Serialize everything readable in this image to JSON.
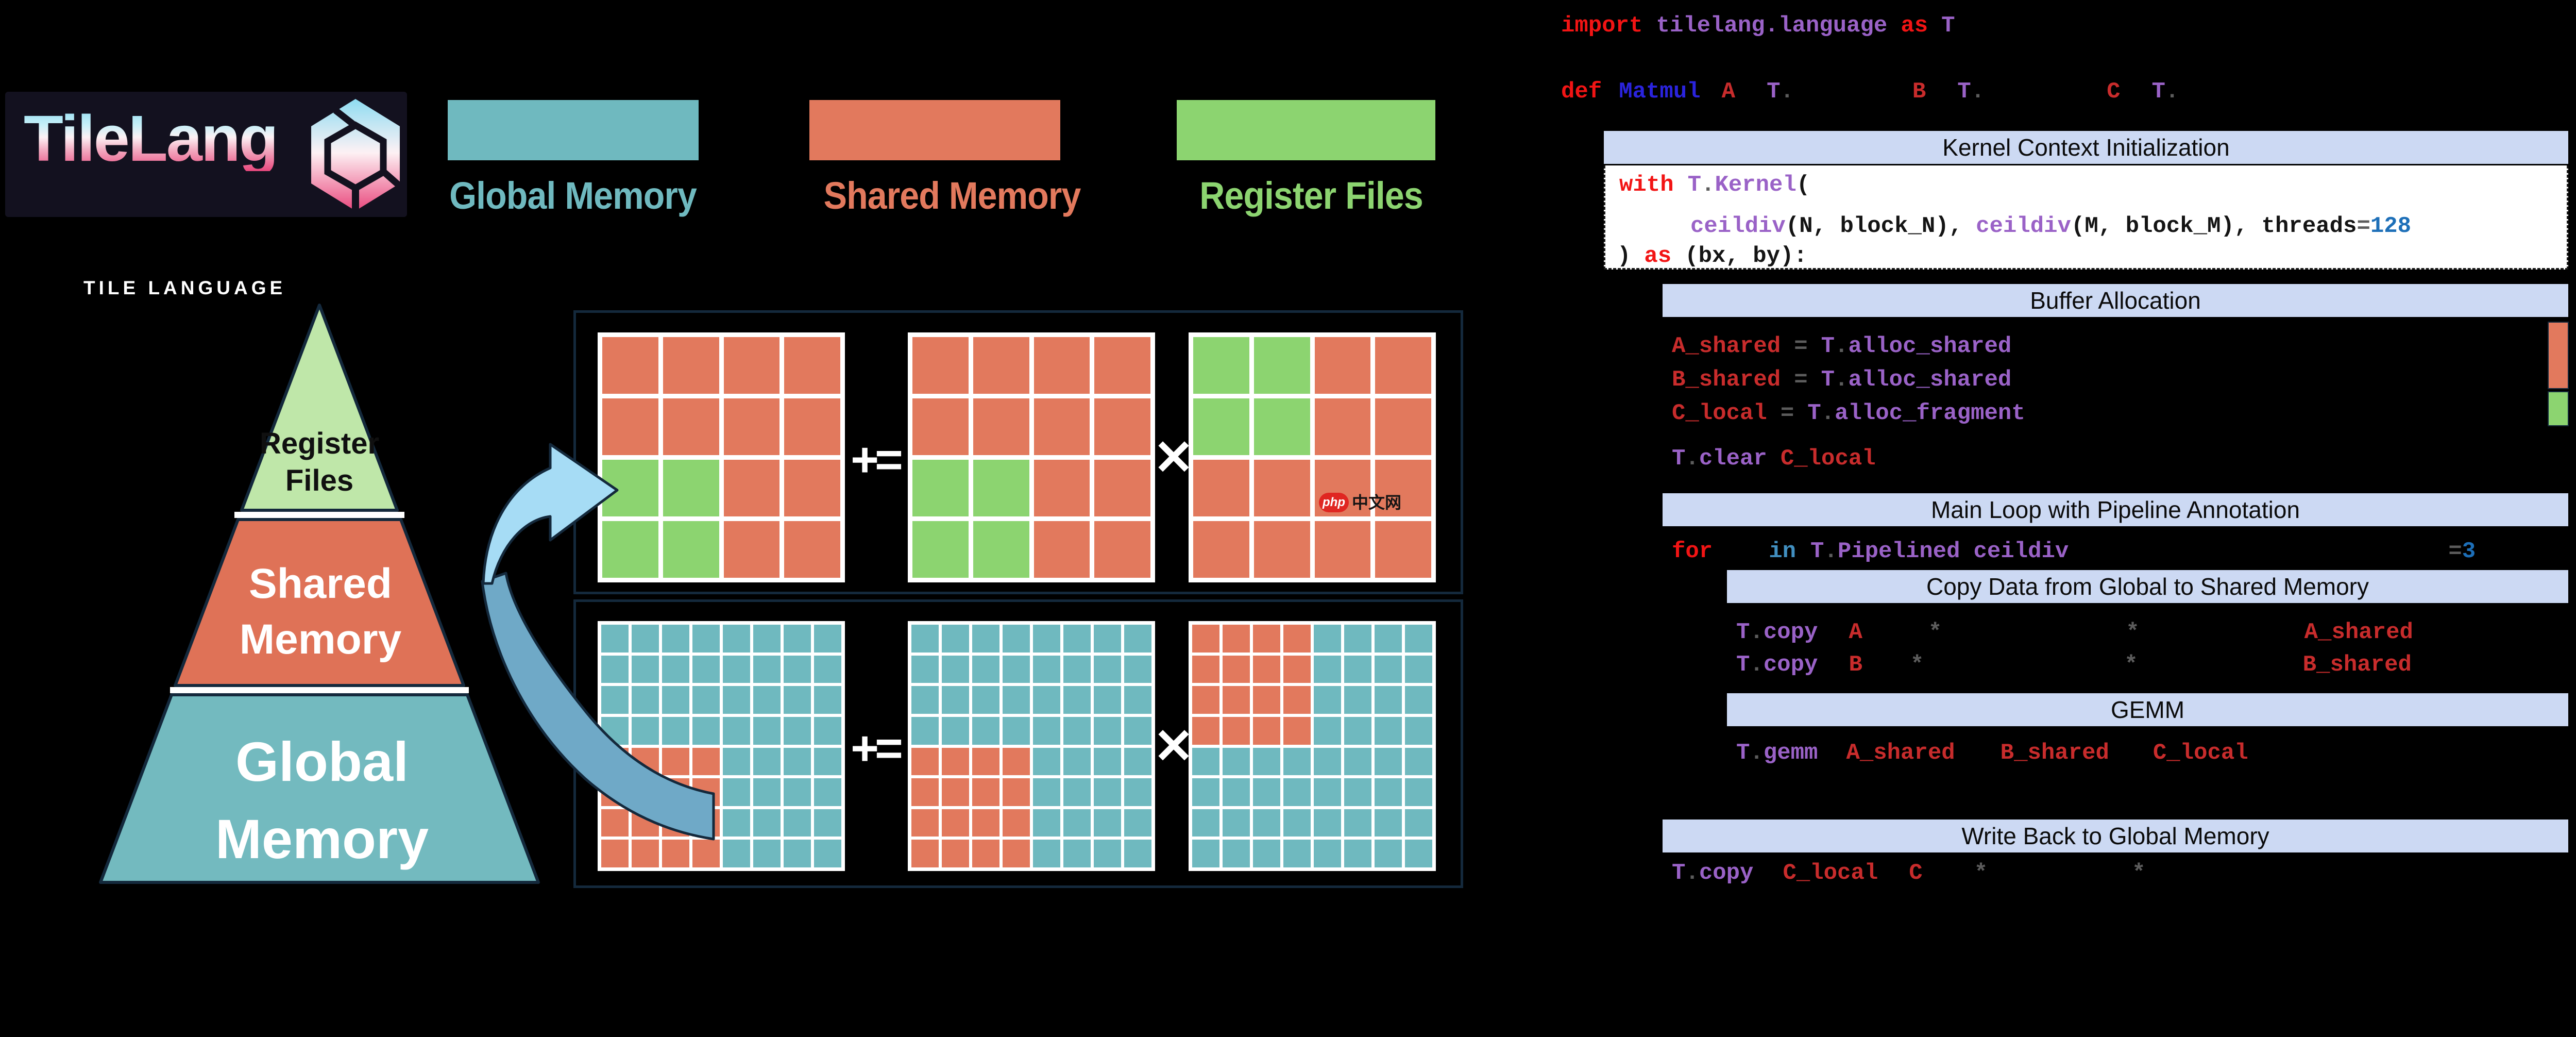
{
  "colors": {
    "teal": "#6fb9bf",
    "salmon": "#e2795d",
    "green": "#8cd470",
    "pyr_green": "#bfe7a9",
    "pyr_salmon": "#df7257",
    "pyr_teal": "#73babf",
    "bar": "#ccd9f3",
    "outline": "#14293c",
    "arrow_light": "#a6dcf5",
    "arrow_dark": "#6fa9c7",
    "logo_bg": "#13111f",
    "logo_grad_top": "#8edcf2",
    "logo_grad_bottom": "#e9487d",
    "wm_red": "#e02621",
    "kw": "#f21414",
    "var": "#c82c2c",
    "fn": "#9a62c7",
    "def": "#2a23dd",
    "num": "#1d6fb8",
    "in": "#418fc0",
    "op": "#5c5c5c"
  },
  "logo": {
    "title": "TileLang",
    "subtitle": "TILE LANGUAGE"
  },
  "legend": {
    "items": [
      {
        "label": "Global Memory"
      },
      {
        "label": "Shared Memory"
      },
      {
        "label": "Register Files"
      }
    ]
  },
  "pyramid": {
    "tiers": [
      {
        "lines": [
          "Register",
          "Files"
        ]
      },
      {
        "lines": [
          "Shared",
          "Memory"
        ]
      },
      {
        "lines": [
          "Global",
          "Memory"
        ]
      }
    ]
  },
  "operators": {
    "plus_equals": "+=",
    "times": "✕"
  },
  "watermark": {
    "badge": "php",
    "text": "中文网"
  },
  "matrices": {
    "top": [
      {
        "rows": [
          "ssss",
          "ssss",
          "ggss",
          "ggss"
        ]
      },
      {
        "rows": [
          "ssss",
          "ssss",
          "ggss",
          "ggss"
        ]
      },
      {
        "rows": [
          "ggss",
          "ggss",
          "ssss",
          "ssss"
        ]
      }
    ],
    "bottom": [
      {
        "rows": [
          "tttttttt",
          "tttttttt",
          "tttttttt",
          "tttttttt",
          "sssstttt",
          "sssstttt",
          "sssstttt",
          "sssstttt"
        ]
      },
      {
        "rows": [
          "tttttttt",
          "tttttttt",
          "tttttttt",
          "tttttttt",
          "sssstttt",
          "sssstttt",
          "sssstttt",
          "sssstttt"
        ]
      },
      {
        "rows": [
          "sssstttt",
          "sssstttt",
          "sssstttt",
          "sssstttt",
          "tttttttt",
          "tttttttt",
          "tttttttt",
          "tttttttt"
        ]
      }
    ]
  },
  "sections": {
    "kernel": "Kernel Context Initialization",
    "buffer": "Buffer Allocation",
    "mainloop": "Main Loop with Pipeline Annotation",
    "copy": "Copy Data from Global to Shared Memory",
    "gemm": "GEMM",
    "writeback": "Write Back to Global Memory"
  },
  "code": {
    "import_line": [
      {
        "t": "import",
        "c": "kw"
      },
      {
        "t": "tilelang.language",
        "c": "fn",
        "ml": 26
      },
      {
        "t": "as",
        "c": "kw",
        "ml": 26
      },
      {
        "t": "T",
        "c": "fn",
        "ml": 26
      }
    ],
    "def_line": [
      {
        "t": "def",
        "c": "kw"
      },
      {
        "t": "Matmul",
        "c": "def",
        "ml": 33
      },
      {
        "t": "A",
        "c": "var",
        "ml": 41
      },
      {
        "t": "T",
        "c": "fn",
        "ml": 61
      },
      {
        "t": ".",
        "c": "op"
      },
      {
        "t": "B",
        "c": "var",
        "ml": 230
      },
      {
        "t": "T",
        "c": "fn",
        "ml": 61
      },
      {
        "t": ".",
        "c": "op"
      },
      {
        "t": "C",
        "c": "var",
        "ml": 237
      },
      {
        "t": "T",
        "c": "fn",
        "ml": 61
      },
      {
        "t": ".",
        "c": "op"
      }
    ],
    "with_line1": [
      {
        "t": "with",
        "c": "kw"
      },
      {
        "t": "T",
        "c": "fn",
        "ml": 27
      },
      {
        "t": ".",
        "c": "op"
      },
      {
        "t": "Kernel",
        "c": "fn"
      },
      {
        "t": "(",
        "c": "plain"
      }
    ],
    "with_line2": [
      {
        "t": "ceildiv",
        "c": "fn"
      },
      {
        "t": "(N, block_N),",
        "c": "plain"
      },
      {
        "t": "ceildiv",
        "c": "fn",
        "ml": 26
      },
      {
        "t": "(M, block_M), threads",
        "c": "plain"
      },
      {
        "t": "=",
        "c": "op"
      },
      {
        "t": "128",
        "c": "num"
      }
    ],
    "with_line3": [
      {
        "t": ")",
        "c": "plain"
      },
      {
        "t": "as",
        "c": "kw",
        "ml": 26
      },
      {
        "t": "(bx, by):",
        "c": "plain",
        "ml": 26
      }
    ],
    "buf_a": [
      {
        "t": "A_shared",
        "c": "var"
      },
      {
        "t": "=",
        "c": "op",
        "ml": 26
      },
      {
        "t": "T",
        "c": "fn",
        "ml": 26
      },
      {
        "t": ".",
        "c": "op"
      },
      {
        "t": "alloc_shared",
        "c": "fn"
      }
    ],
    "buf_b": [
      {
        "t": "B_shared",
        "c": "var"
      },
      {
        "t": "=",
        "c": "op",
        "ml": 26
      },
      {
        "t": "T",
        "c": "fn",
        "ml": 26
      },
      {
        "t": ".",
        "c": "op"
      },
      {
        "t": "alloc_shared",
        "c": "fn"
      }
    ],
    "buf_c": [
      {
        "t": "C_local",
        "c": "var"
      },
      {
        "t": "=",
        "c": "op",
        "ml": 26
      },
      {
        "t": "T",
        "c": "fn",
        "ml": 26
      },
      {
        "t": ".",
        "c": "op"
      },
      {
        "t": "alloc_fragment",
        "c": "fn"
      }
    ],
    "clear_line": [
      {
        "t": "T",
        "c": "fn"
      },
      {
        "t": ".",
        "c": "op"
      },
      {
        "t": "clear",
        "c": "fn"
      },
      {
        "t": "C_local",
        "c": "var",
        "ml": 26
      }
    ],
    "for_line": [
      {
        "t": "for",
        "c": "kw"
      },
      {
        "t": "in",
        "c": "in",
        "ml": 109
      },
      {
        "t": "T",
        "c": "fn",
        "ml": 28
      },
      {
        "t": ".",
        "c": "op"
      },
      {
        "t": "Pipelined",
        "c": "fn"
      },
      {
        "t": "ceildiv",
        "c": "fn",
        "ml": 26
      },
      {
        "t": "=",
        "c": "op",
        "ml": 737
      },
      {
        "t": "3",
        "c": "num"
      }
    ],
    "copy_a": [
      {
        "t": "T",
        "c": "fn"
      },
      {
        "t": ".",
        "c": "op"
      },
      {
        "t": "copy",
        "c": "fn"
      },
      {
        "t": "A",
        "c": "var",
        "ml": 60
      },
      {
        "t": "*",
        "c": "op",
        "ml": 128
      },
      {
        "t": "*",
        "c": "op",
        "ml": 357
      },
      {
        "t": "A_shared",
        "c": "var",
        "ml": 320
      }
    ],
    "copy_b": [
      {
        "t": "T",
        "c": "fn"
      },
      {
        "t": ".",
        "c": "op"
      },
      {
        "t": "copy",
        "c": "fn"
      },
      {
        "t": "B",
        "c": "var",
        "ml": 60
      },
      {
        "t": "*",
        "c": "op",
        "ml": 93
      },
      {
        "t": "*",
        "c": "op",
        "ml": 389
      },
      {
        "t": "B_shared",
        "c": "var",
        "ml": 320
      }
    ],
    "gemm_line": [
      {
        "t": "T",
        "c": "fn"
      },
      {
        "t": ".",
        "c": "op"
      },
      {
        "t": "gemm",
        "c": "fn"
      },
      {
        "t": "A_shared",
        "c": "var",
        "ml": 55
      },
      {
        "t": "B_shared",
        "c": "var",
        "ml": 88
      },
      {
        "t": "C_local",
        "c": "var",
        "ml": 85
      }
    ],
    "writeback_line": [
      {
        "t": "T",
        "c": "fn"
      },
      {
        "t": ".",
        "c": "op"
      },
      {
        "t": "copy",
        "c": "fn"
      },
      {
        "t": "C_local",
        "c": "var",
        "ml": 57
      },
      {
        "t": "C",
        "c": "var",
        "ml": 60
      },
      {
        "t": "*",
        "c": "op",
        "ml": 100
      },
      {
        "t": "*",
        "c": "op",
        "ml": 280
      }
    ]
  }
}
